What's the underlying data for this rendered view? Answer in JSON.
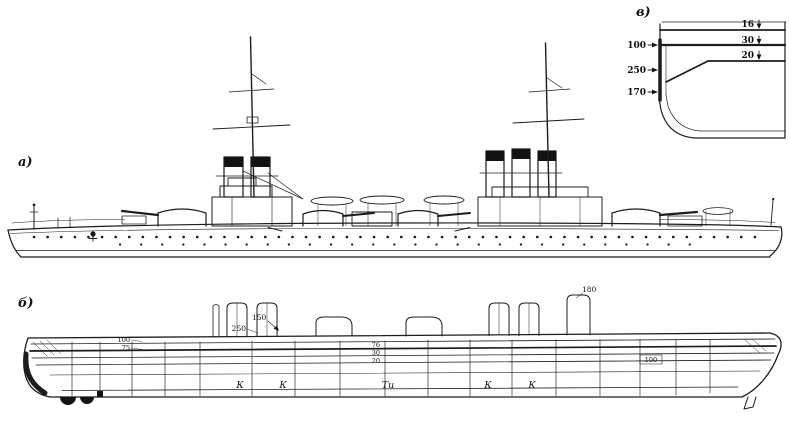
{
  "diagram": {
    "colors": {
      "ink": "#1c1c1c",
      "paper": "#ffffff"
    },
    "view_labels": {
      "profile": "а)",
      "longitudinal": "б)",
      "cross_section": "в)"
    },
    "cross_section": {
      "side_labels": [
        "100",
        "250",
        "170"
      ],
      "deck_labels": [
        "16",
        "30",
        "20"
      ]
    },
    "longitudinal": {
      "labels": {
        "deck_250": "250",
        "deck_150": "150",
        "bow_100": "100",
        "bow_75": "75",
        "mid_76": "76",
        "mid_30": "30",
        "mid_20": "20",
        "aft_180": "180",
        "stern_100": "100"
      },
      "compartments": [
        "К",
        "К",
        "Ти",
        "К",
        "К"
      ]
    }
  }
}
